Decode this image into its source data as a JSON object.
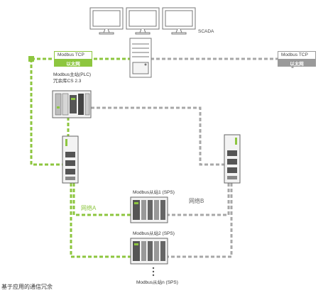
{
  "scada_label": "SCADA",
  "network_left": {
    "protocol": "Modbus TCP",
    "medium": "以太网"
  },
  "network_right": {
    "protocol": "Modbus TCP",
    "medium": "以太网"
  },
  "master": {
    "line1": "Modbus主站(PLC)",
    "line2": "冗余库CS 2.3"
  },
  "slave1": "Modbus从站1 (SPS)",
  "slave2": "Modbus从站2 (SPS)",
  "slave_n": "Modbus从站n (SPS)",
  "net_a": "网络A",
  "net_b": "网络B",
  "caption": "基于应用的通信冗余",
  "colors": {
    "green": "#8dc63f",
    "gray": "#9a9a9a",
    "dark": "#555555"
  }
}
